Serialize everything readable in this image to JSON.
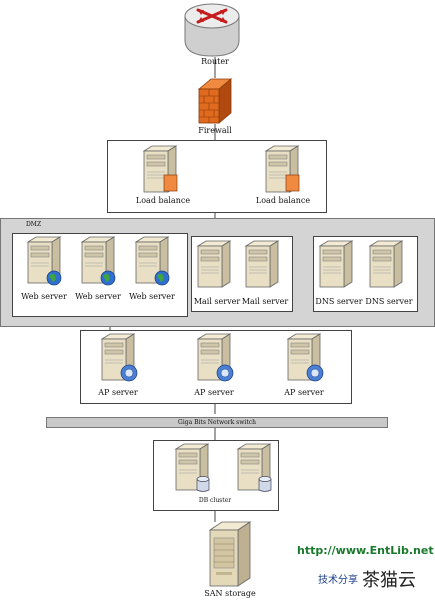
{
  "diagram": {
    "router_label": "Router",
    "firewall_label": "Firewall",
    "load_balance": {
      "left_label": "Load balance",
      "right_label": "Load balance"
    },
    "dmz_label": "DMZ",
    "web_servers": [
      "Web server",
      "Web server",
      "Web server"
    ],
    "mail_servers": [
      "Mail server",
      "Mail server"
    ],
    "dns_servers": [
      "DNS server",
      "DNS server"
    ],
    "ap_servers": [
      "AP server",
      "AP server",
      "AP server"
    ],
    "switch_label": "Giga Bits Network switch",
    "db_label": "DB cluster",
    "san_label": "SAN storage"
  },
  "watermark": {
    "url": "http://www.EntLib.net",
    "subtitle": "技术分享",
    "brand": "茶猫云"
  },
  "colors": {
    "server_body": "#e8dfc5",
    "firewall": "#e06a1e",
    "dmz_bg": "#d4d4d4",
    "globe": "#2f6fd0"
  }
}
